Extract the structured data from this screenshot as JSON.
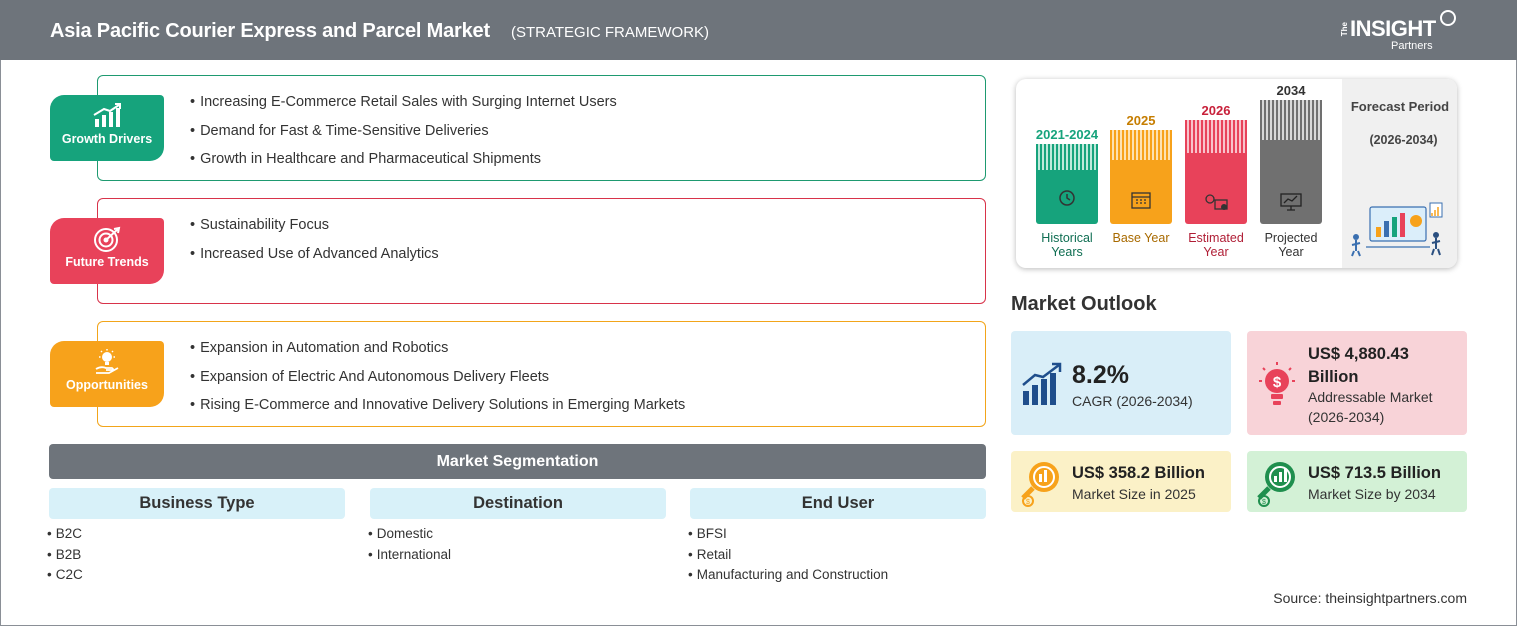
{
  "header": {
    "title": "Asia Pacific Courier Express and Parcel Market",
    "subtitle": "(STRATEGIC FRAMEWORK)"
  },
  "logo": {
    "the": "The",
    "insight": "INSIGHT",
    "partners": "Partners"
  },
  "framework": {
    "growth_drivers": {
      "label": "Growth Drivers",
      "icon": "bar-chart-growth-icon",
      "color": "#16a37c",
      "items": [
        "Increasing E-Commerce Retail Sales with Surging Internet Users",
        "Demand for Fast & Time-Sensitive Deliveries",
        "Growth in Healthcare and Pharmaceutical Shipments"
      ]
    },
    "future_trends": {
      "label": "Future Trends",
      "icon": "target-icon",
      "color": "#e8425a",
      "items": [
        "Sustainability Focus",
        "Increased Use of Advanced Analytics"
      ]
    },
    "opportunities": {
      "label": "Opportunities",
      "icon": "lightbulb-hand-icon",
      "color": "#f7a21b",
      "items": [
        "Expansion in Automation and Robotics",
        "Expansion of Electric And Autonomous Delivery Fleets",
        "Rising E-Commerce and Innovative Delivery Solutions in Emerging Markets"
      ]
    }
  },
  "segmentation": {
    "title": "Market Segmentation",
    "columns": [
      {
        "header": "Business Type",
        "items": [
          "B2C",
          "B2B",
          "C2C"
        ]
      },
      {
        "header": "Destination",
        "items": [
          "Domestic",
          "International"
        ]
      },
      {
        "header": "End User",
        "items": [
          "BFSI",
          "Retail",
          "Manufacturing and Construction"
        ]
      }
    ]
  },
  "timeline": {
    "forecast_label": "Forecast Period",
    "forecast_range": "(2026-2034)",
    "periods": [
      {
        "year": "2021-2024",
        "label": "Historical Years",
        "color": "#16a37c",
        "icon": "history-icon"
      },
      {
        "year": "2025",
        "label": "Base Year",
        "color": "#f7a21b",
        "icon": "calendar-icon"
      },
      {
        "year": "2026",
        "label": "Estimated Year",
        "color": "#e8425a",
        "icon": "gears-icon"
      },
      {
        "year": "2034",
        "label": "Projected Year",
        "color": "#707070",
        "icon": "presentation-chart-icon"
      }
    ]
  },
  "outlook": {
    "title": "Market Outlook",
    "cagr": {
      "value": "8.2%",
      "label": "CAGR (2026-2034)",
      "bg": "#d9eef8",
      "icon": "rising-bars-icon"
    },
    "addressable": {
      "value": "US$ 4,880.43 Billion",
      "label": "Addressable Market (2026-2034)",
      "bg": "#f8d3d8",
      "icon": "dollar-bulb-icon"
    },
    "size_2025": {
      "value": "US$ 358.2 Billion",
      "label": "Market Size in 2025",
      "bg": "#fbf1c7",
      "icon": "coin-magnifier-icon"
    },
    "size_2034": {
      "value": "US$ 713.5 Billion",
      "label": "Market Size by 2034",
      "bg": "#d3f1d6",
      "icon": "chart-magnifier-icon"
    }
  },
  "source": "Source: theinsightpartners.com"
}
